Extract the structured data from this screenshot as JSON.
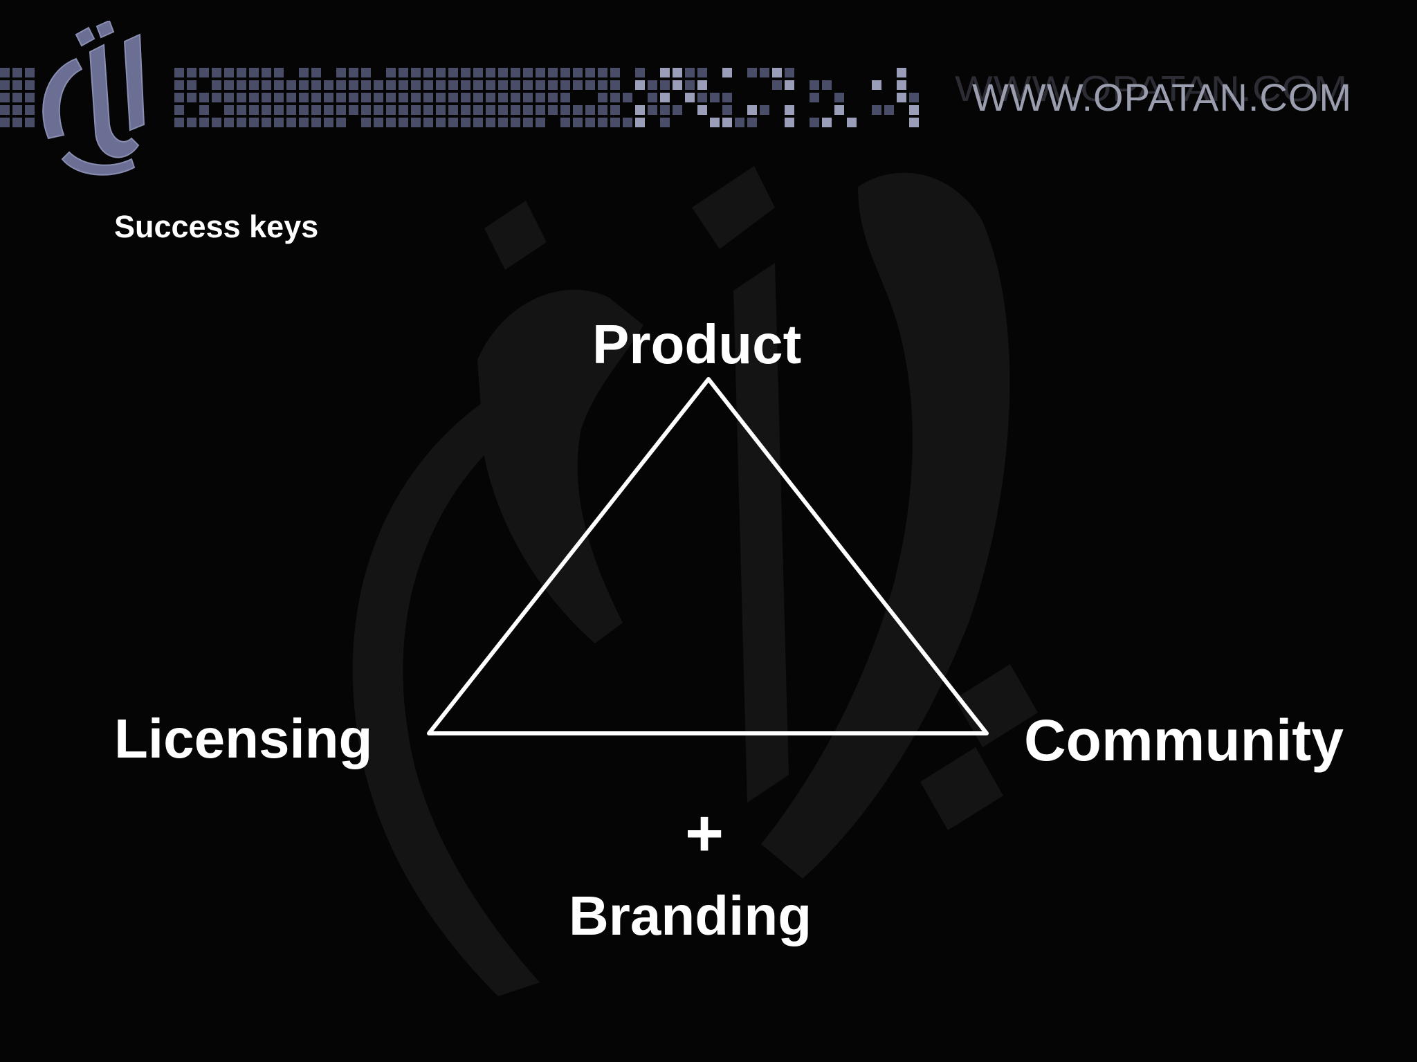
{
  "header": {
    "url": "WWW.OPATAN.COM",
    "url_reflection": "WWW.OPATAN.COM"
  },
  "slide": {
    "title": "Success keys"
  },
  "diagram": {
    "shape": "triangle",
    "vertices": {
      "top": "Product",
      "bottom_left": "Licensing",
      "bottom_right": "Community"
    },
    "plus": "+",
    "extra": "Branding"
  },
  "colors": {
    "background": "#050505",
    "text": "#ffffff",
    "accent": "#6b6f93",
    "url": "#9a9eae"
  },
  "icons": {
    "logo": "opatan-calligraphy-logo",
    "watermark": "opatan-calligraphy-watermark"
  }
}
